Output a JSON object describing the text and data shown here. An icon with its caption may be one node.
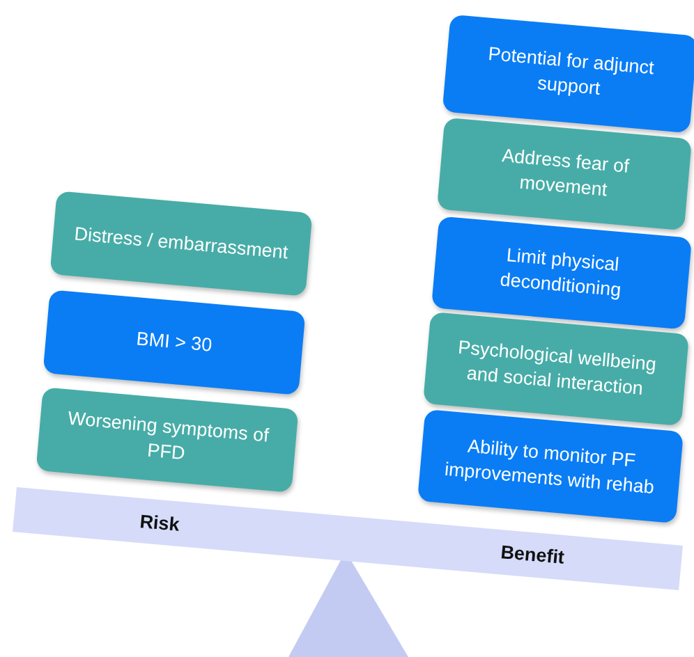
{
  "diagram": {
    "nodes": [
      {
        "text": [
          "Potential for adjunct support"
        ]
      },
      {
        "text": [
          "Address fear of movement"
        ]
      },
      {
        "text": [
          "Limit physical deconditioning"
        ]
      },
      {
        "text": [
          "Distress / embarrassment"
        ]
      },
      {
        "text": [
          "Psychological wellbeing and social interaction"
        ]
      },
      {
        "text": [
          "BMI > 30"
        ]
      },
      {
        "text": [
          "Ability to monitor PF improvements with rehab"
        ]
      },
      {
        "text": [
          "Worsening symptoms of PFD"
        ]
      }
    ],
    "labels": [
      "Risk",
      "Benefit"
    ]
  }
}
